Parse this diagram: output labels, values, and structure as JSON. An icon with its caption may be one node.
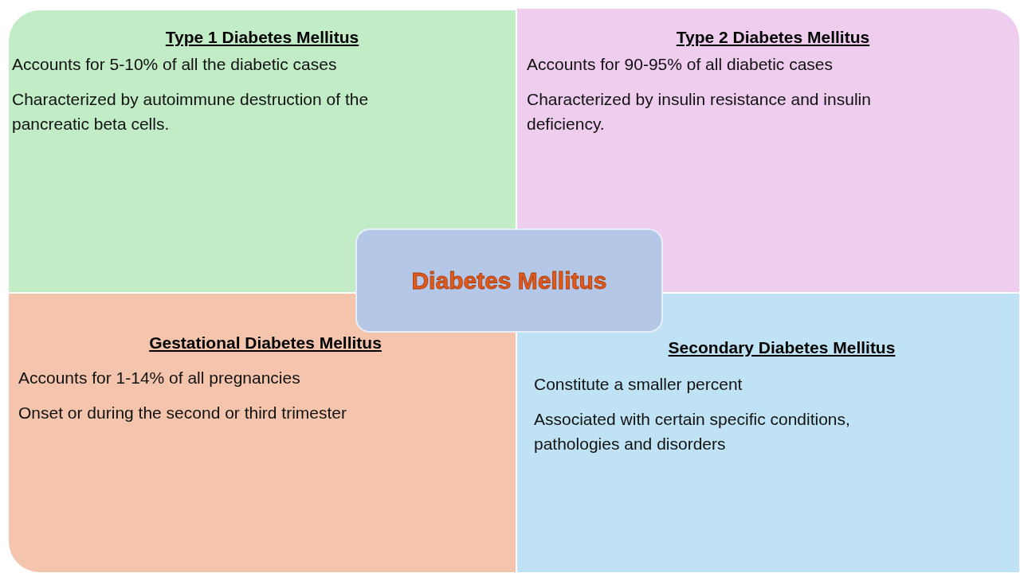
{
  "diagram": {
    "nodes": [
      {
        "text": [
          "Type 1 Diabetes Mellitus",
          "Accounts for 5-10% of all the diabetic cases",
          "Characterized by autoimmune destruction of the pancreatic beta cells."
        ]
      },
      {
        "text": [
          "Type 2 Diabetes Mellitus",
          "Accounts for 90-95% of all diabetic cases",
          "Characterized by insulin resistance and insulin deficiency."
        ]
      },
      {
        "text": [
          "Diabetes Mellitus"
        ]
      },
      {
        "text": [
          "Gestational Diabetes Mellitus",
          "Accounts for 1-14% of all pregnancies",
          "Onset or during the second or third trimester"
        ]
      },
      {
        "text": [
          "Secondary Diabetes Mellitus",
          "Constitute a smaller percent",
          "Associated with certain specific conditions, pathologies and disorders"
        ]
      }
    ]
  }
}
